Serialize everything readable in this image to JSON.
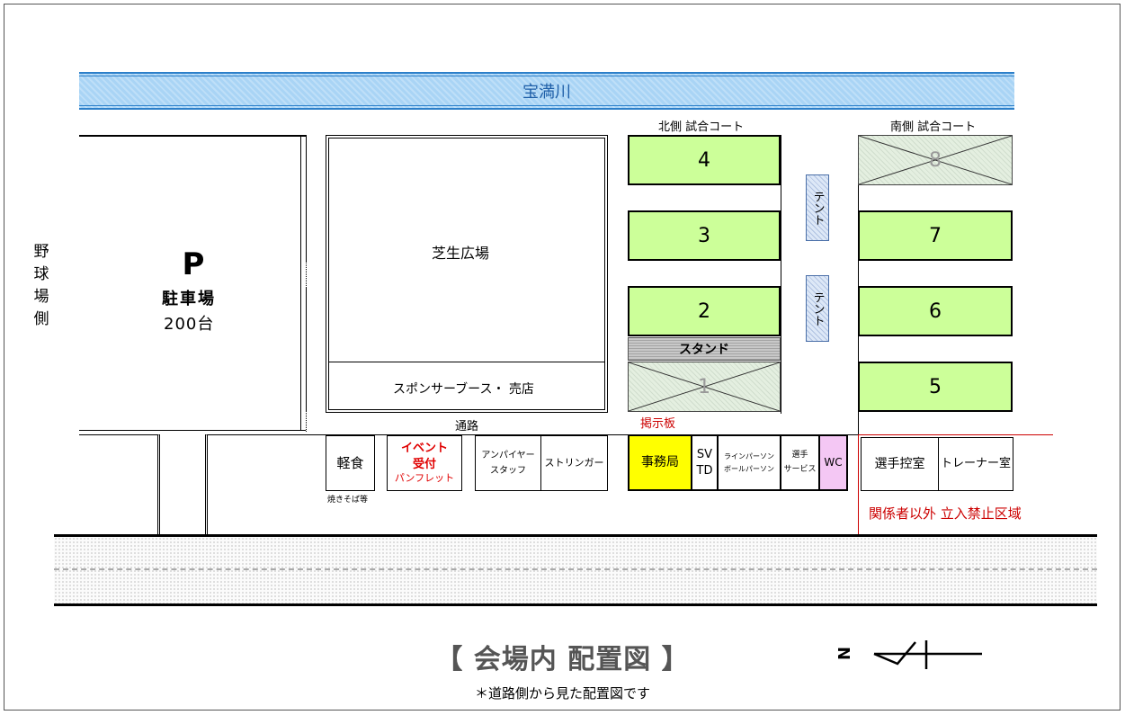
{
  "river": {
    "label": "宝満川"
  },
  "side_label": {
    "chars": [
      "野",
      "球",
      "場",
      "側"
    ]
  },
  "parking": {
    "symbol": "P",
    "label": "駐車場",
    "capacity": "200台"
  },
  "plaza": {
    "label": "芝生広場",
    "sponsor": "スポンサーブース・ 売店"
  },
  "north": {
    "title": "北側 試合コート",
    "courts": [
      {
        "number": "4",
        "unavailable": false
      },
      {
        "number": "3",
        "unavailable": false
      },
      {
        "number": "2",
        "unavailable": false
      },
      {
        "number": "1",
        "unavailable": true
      }
    ],
    "stand": "スタンド"
  },
  "south": {
    "title": "南側 試合コート",
    "courts": [
      {
        "number": "8",
        "unavailable": true
      },
      {
        "number": "7",
        "unavailable": false
      },
      {
        "number": "6",
        "unavailable": false
      },
      {
        "number": "5",
        "unavailable": false
      }
    ]
  },
  "tents": [
    "テント",
    "テント"
  ],
  "passage": "通路",
  "notice_board": "掲示板",
  "booths": {
    "snack": "軽食",
    "snack_note": "焼きそば等",
    "event_line1": "イベント",
    "event_line2": "受付",
    "event_line3": "パンフレット",
    "umpire_line1": "アンパイヤー",
    "umpire_line2": "スタッフ",
    "stringer": "ストリンガー",
    "office": "事務局",
    "sv": "SV",
    "td": "TD",
    "lineparts_line1": "ラインパーソン",
    "lineparts_line2": "ボールパーソン",
    "service_line1": "選手",
    "service_line2": "サービス",
    "wc": "WC",
    "player_room": "選手控室",
    "trainer_room": "トレーナー室"
  },
  "restricted": "関係者以外 立入禁止区域",
  "title": "【 会場内 配置図 】",
  "footnote": "＊道路側から見た配置図です",
  "compass": {
    "letter": "N"
  },
  "colors": {
    "court": "#ccff99",
    "office": "#ffff00",
    "wc": "#f4c7f4",
    "river": "#a9d4f5",
    "restricted": "#cc0000"
  }
}
